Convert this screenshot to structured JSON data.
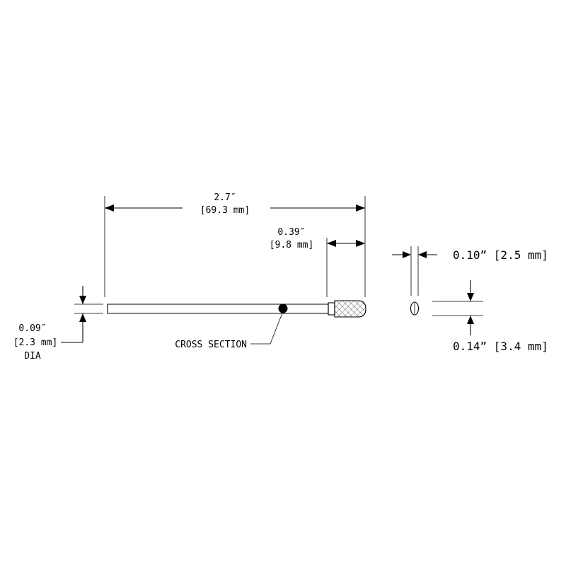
{
  "dimensions": {
    "overall_length_in": "2.7″",
    "overall_length_mm": "[69.3 mm]",
    "tip_length_in": "0.39″",
    "tip_length_mm": "[9.8 mm]",
    "tip_thickness": "0.10” [2.5 mm]",
    "tip_width": "0.14” [3.4 mm]",
    "handle_dia_in": "0.09″",
    "handle_dia_mm": "[2.3 mm]",
    "handle_dia_suffix": "DIA"
  },
  "callouts": {
    "cross_section": "CROSS SECTION"
  },
  "colors": {
    "line": "#000000",
    "background": "#ffffff"
  }
}
